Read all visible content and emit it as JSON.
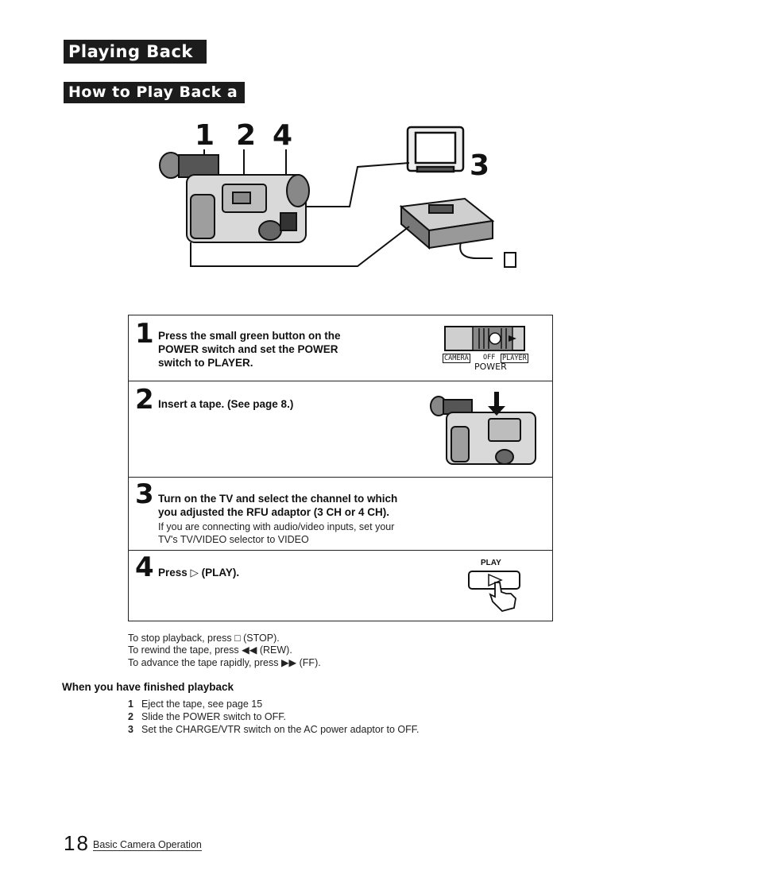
{
  "header": {
    "section_banner": "Playing Back a Tape",
    "topic_banner": "How to Play Back a Tape"
  },
  "diagram": {
    "callouts": [
      "1",
      "2",
      "4",
      "3"
    ]
  },
  "steps": [
    {
      "number": "1",
      "text": "Press the small green button on the POWER switch and set the POWER switch to PLAYER.",
      "lines": [
        "Press the small green button on the",
        "POWER switch and set the  POWER",
        "switch to PLAYER."
      ]
    },
    {
      "number": "2",
      "text": "Insert a tape. (See page 8.)"
    },
    {
      "number": "3",
      "lines": [
        "Turn on the TV and select the channel to which",
        "you adjusted the RFU adaptor (3 CH or 4 CH)."
      ],
      "sub_lines": [
        "If you are connecting with audio/video inputs, set your",
        "TV's TV/VIDEO selector to VIDEO"
      ]
    },
    {
      "number": "4",
      "text": "Press ▷ (PLAY)."
    }
  ],
  "switch": {
    "left": "CAMERA",
    "mid": "OFF",
    "right": "PLAYER",
    "label": "POWER"
  },
  "play_button_label": "PLAY",
  "notes": [
    "To stop playback, press □ (STOP).",
    "To rewind the tape, press ◀◀ (REW).",
    "To advance the tape rapidly, press ▶▶ (FF)."
  ],
  "finish": {
    "heading": "When you have finished playback",
    "items": [
      {
        "n": "1",
        "text": "Eject the tape, see page 15"
      },
      {
        "n": "2",
        "text": "Slide the POWER switch to OFF."
      },
      {
        "n": "3",
        "text": "Set the CHARGE/VTR switch on the AC power adaptor to OFF."
      }
    ]
  },
  "footer": {
    "page_number": "18",
    "section": "Basic Camera Operation"
  }
}
